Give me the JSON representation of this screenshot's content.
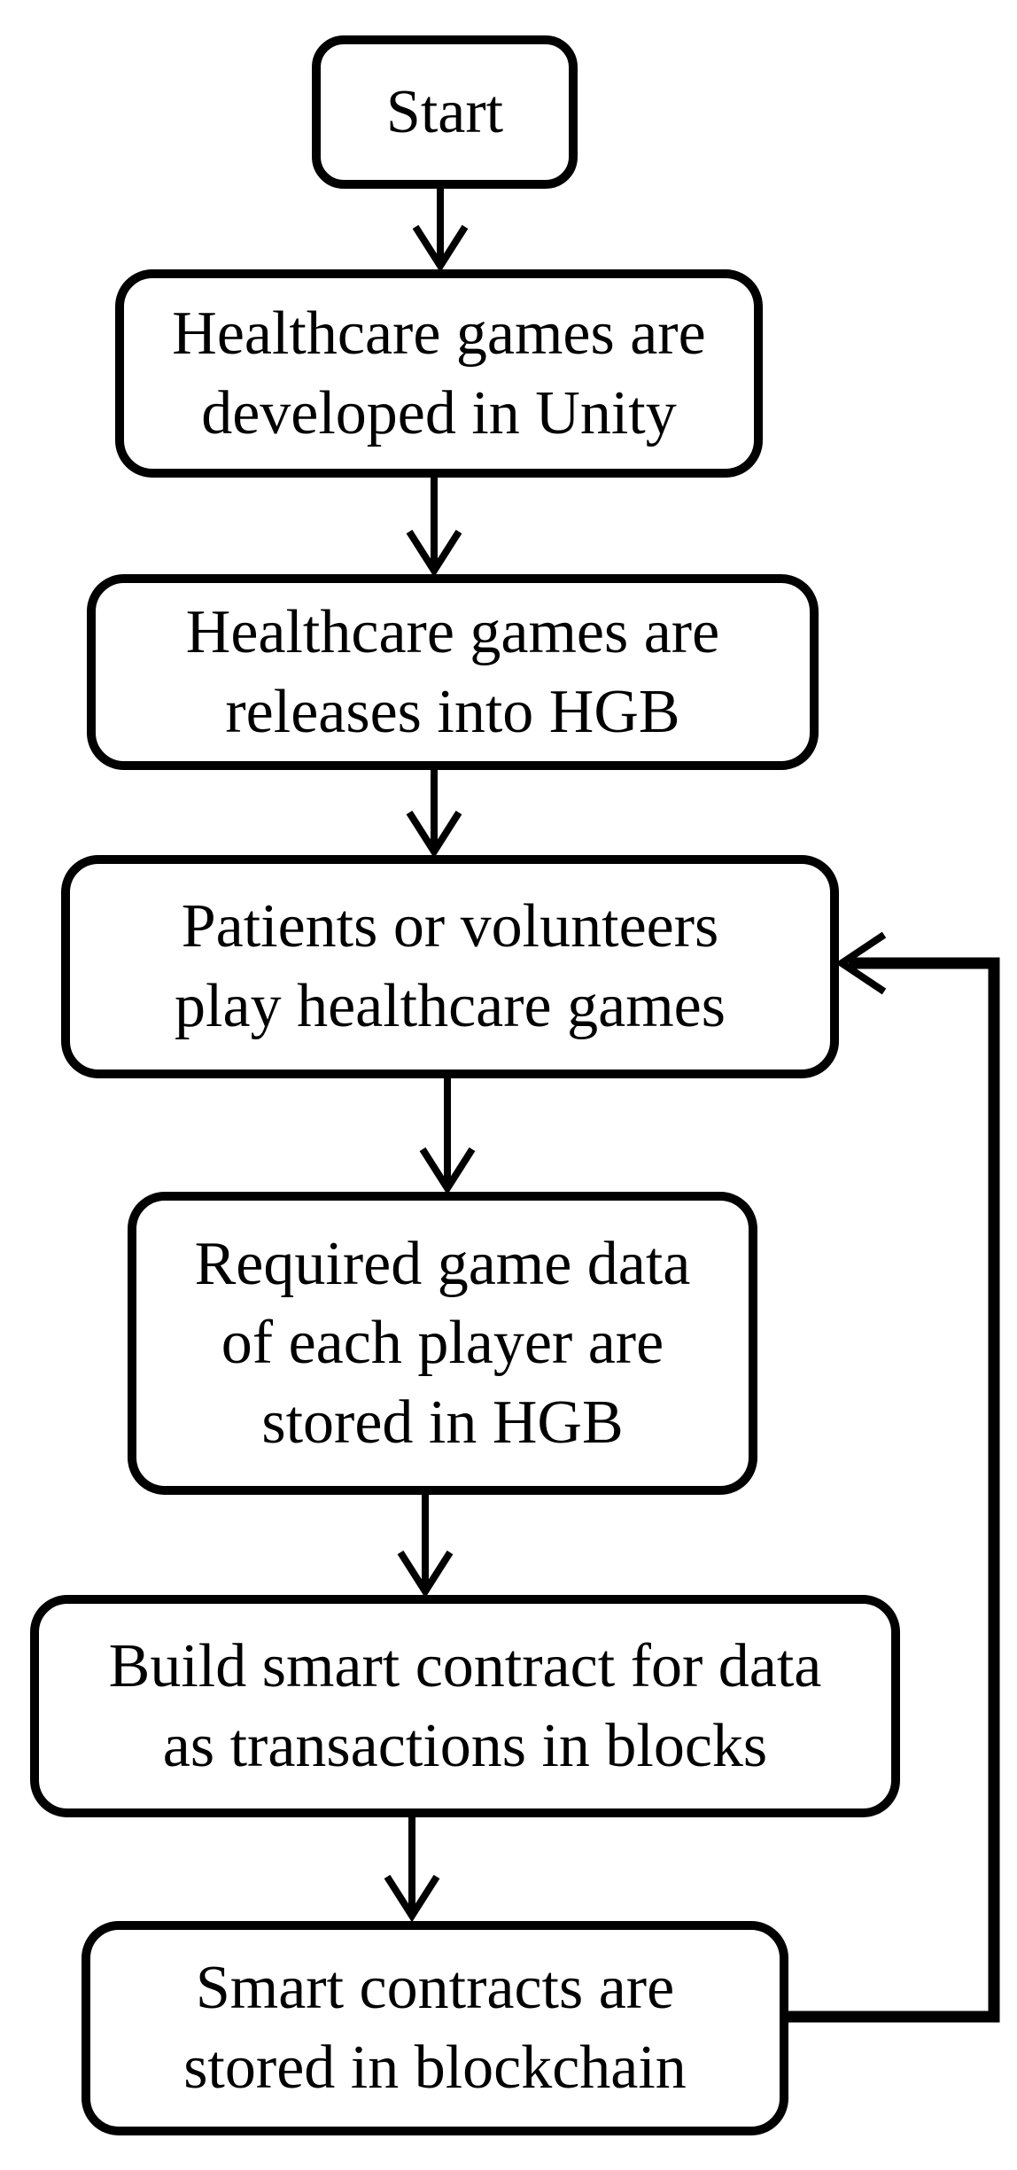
{
  "diagram": {
    "type": "flowchart",
    "background_color": "#ffffff",
    "line_color": "#000000",
    "text_color": "#000000",
    "nodes": [
      {
        "id": "start",
        "shape": "rounded-rect",
        "label": "Start"
      },
      {
        "id": "develop",
        "shape": "rounded-rect",
        "label": "Healthcare games are\ndeveloped in Unity"
      },
      {
        "id": "release",
        "shape": "rounded-rect",
        "label": "Healthcare games are\nreleases into HGB"
      },
      {
        "id": "play",
        "shape": "rounded-rect",
        "label": "Patients or volunteers\nplay healthcare games"
      },
      {
        "id": "data",
        "shape": "rounded-rect",
        "label": "Required game data\nof each player are\nstored in HGB"
      },
      {
        "id": "build",
        "shape": "rounded-rect",
        "label": "Build smart contract for data\nas transactions in blocks"
      },
      {
        "id": "store",
        "shape": "rounded-rect",
        "label": "Smart contracts are\nstored in blockchain"
      }
    ],
    "edges": [
      {
        "from": "start",
        "to": "develop",
        "style": "arrow-down"
      },
      {
        "from": "develop",
        "to": "release",
        "style": "arrow-down"
      },
      {
        "from": "release",
        "to": "play",
        "style": "arrow-down"
      },
      {
        "from": "play",
        "to": "data",
        "style": "arrow-down"
      },
      {
        "from": "data",
        "to": "build",
        "style": "arrow-down"
      },
      {
        "from": "build",
        "to": "store",
        "style": "arrow-down"
      },
      {
        "from": "store",
        "to": "play",
        "style": "feedback-loop-right"
      }
    ]
  }
}
